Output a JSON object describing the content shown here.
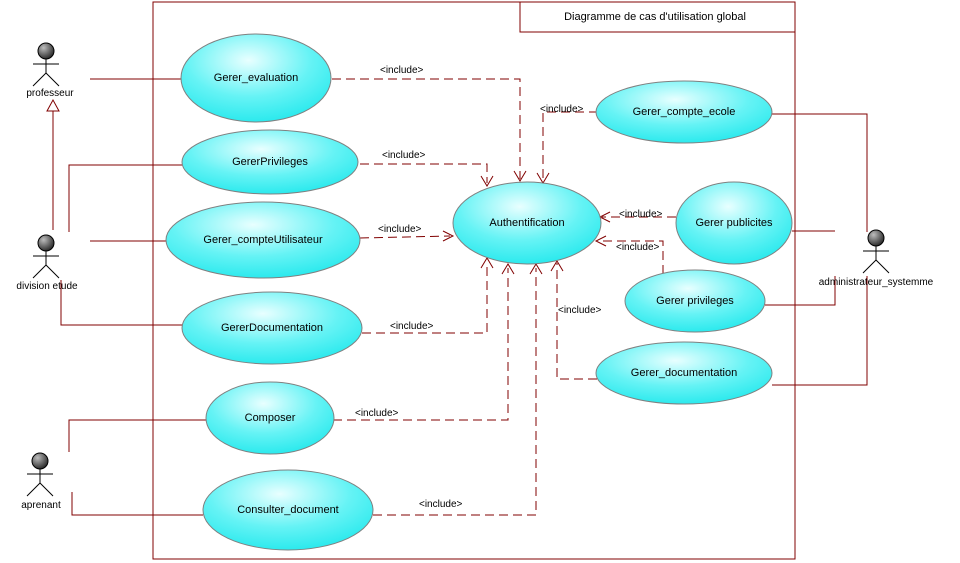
{
  "diagram": {
    "title": "Diagramme de cas d'utilisation global",
    "include_label": "<include>",
    "colors": {
      "frame": "#800000",
      "line": "#800000",
      "usecase_fill": "#33eef0",
      "usecase_highlight": "#e8ffff"
    },
    "actors": [
      {
        "id": "professeur",
        "label": "professeur"
      },
      {
        "id": "division",
        "label": "division etude"
      },
      {
        "id": "aprenant",
        "label": "aprenant"
      },
      {
        "id": "admin",
        "label": "administrateur_systemme"
      }
    ],
    "usecases": [
      {
        "id": "evaluation",
        "label": "Gerer_evaluation"
      },
      {
        "id": "privileges_l",
        "label": "GererPrivileges"
      },
      {
        "id": "compteUtil",
        "label": "Gerer_compteUtilisateur"
      },
      {
        "id": "documentation_l",
        "label": "GererDocumentation"
      },
      {
        "id": "composer",
        "label": "Composer"
      },
      {
        "id": "consulter",
        "label": "Consulter_document"
      },
      {
        "id": "auth",
        "label": "Authentification"
      },
      {
        "id": "compteEcole",
        "label": "Gerer_compte_ecole"
      },
      {
        "id": "publicites",
        "label": "Gerer publicites"
      },
      {
        "id": "privileges_r",
        "label": "Gerer privileges"
      },
      {
        "id": "documentation_r",
        "label": "Gerer_documentation"
      }
    ]
  }
}
